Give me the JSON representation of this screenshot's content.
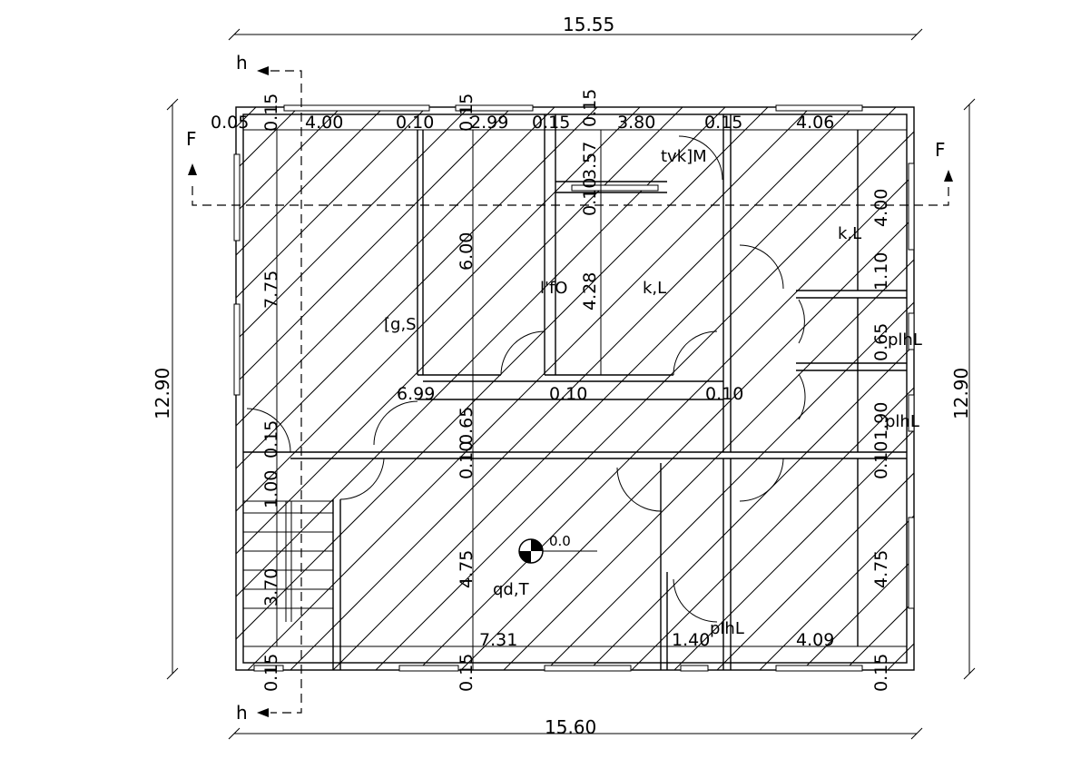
{
  "overall": {
    "top_width": "15.55",
    "bottom_width": "15.60",
    "left_height": "12.90",
    "right_height": "12.90"
  },
  "section_marks": {
    "f_left": "F",
    "f_right": "F",
    "h_top": "h",
    "h_bottom": "h"
  },
  "rooms": {
    "room_left": "[g,S",
    "room_center": "l'fO",
    "room_mid": "k,L",
    "room_right": "k,L",
    "room_small_top": "tvk]M",
    "bath_1": "plhL",
    "bath_2": "plhL",
    "bath_3": "plhL",
    "living": "qd,T"
  },
  "level_marker": {
    "value": "0.0"
  },
  "dimensions": {
    "top": [
      "0.05",
      "4.00",
      "0.10",
      "2.99",
      "0.15",
      "3.80",
      "0.15",
      "4.06"
    ],
    "top_vertical": [
      "0.15",
      "0.15",
      "0.15",
      "3.57",
      "0.10"
    ],
    "interior": [
      "7.75",
      "6.00",
      "4.28",
      "4.00",
      "1.10",
      "0.65",
      "1.90",
      "0.10",
      "6.99",
      "0.10",
      "0.10",
      "0.65",
      "0.10",
      "1.00",
      "0.15",
      "3.70",
      "4.75",
      "4.75"
    ],
    "bottom": [
      "7.31",
      "1.40",
      "4.09"
    ],
    "bottom_vertical": [
      "0.15",
      "0.15",
      "0.15"
    ]
  }
}
